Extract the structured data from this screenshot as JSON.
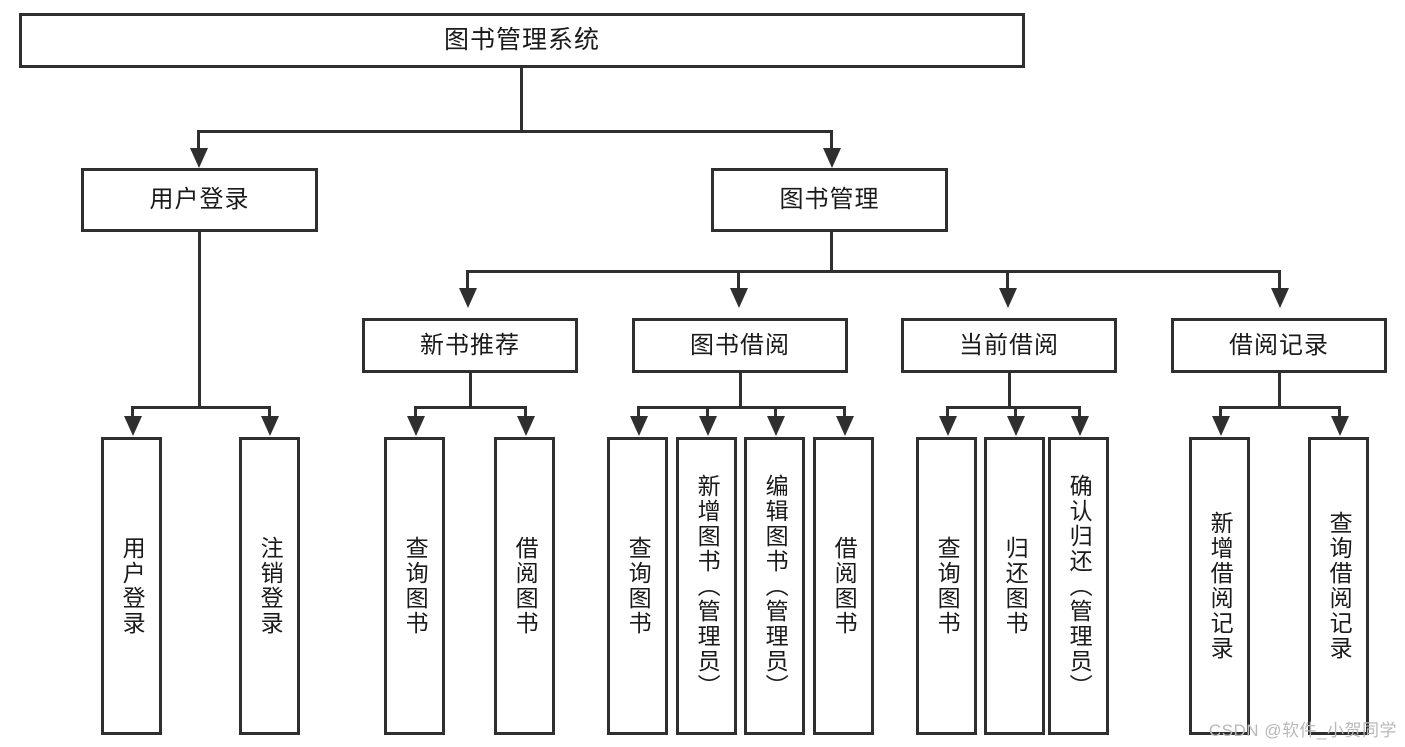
{
  "diagram": {
    "title": "图书管理系统",
    "type": "tree-hierarchy-diagram",
    "colors": {
      "stroke": "#2f2f2f",
      "fill": "#ffffff",
      "text": "#1a1a1a",
      "watermark": "#b9b9b9"
    },
    "root": {
      "label": "图书管理系统"
    },
    "level2": [
      {
        "label": "用户登录"
      },
      {
        "label": "图书管理"
      }
    ],
    "level3": [
      {
        "label": "新书推荐"
      },
      {
        "label": "图书借阅"
      },
      {
        "label": "当前借阅"
      },
      {
        "label": "借阅记录"
      }
    ],
    "leaves": {
      "user_login": [
        {
          "label": "用户登录"
        },
        {
          "label": "注销登录"
        }
      ],
      "new_book_recommend": [
        {
          "label": "查询图书"
        },
        {
          "label": "借阅图书"
        }
      ],
      "book_borrow": [
        {
          "label": "查询图书"
        },
        {
          "label": "新增图书（管理员）"
        },
        {
          "label": "编辑图书（管理员）"
        },
        {
          "label": "借阅图书"
        }
      ],
      "current_borrow": [
        {
          "label": "查询图书"
        },
        {
          "label": "归还图书"
        },
        {
          "label": "确认归还（管理员）"
        }
      ],
      "borrow_record": [
        {
          "label": "新增借阅记录"
        },
        {
          "label": "查询借阅记录"
        }
      ]
    }
  },
  "watermark": "CSDN @软件_小贺同学"
}
